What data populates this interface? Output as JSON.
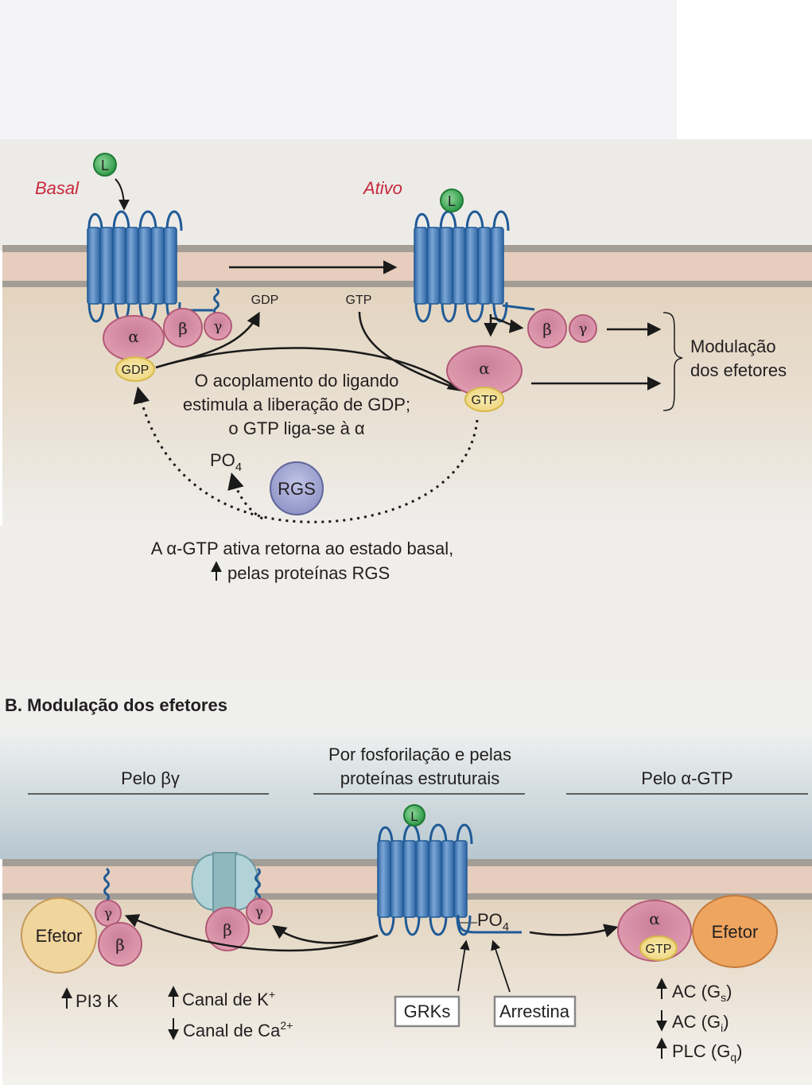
{
  "panelA": {
    "state_basal": "Basal",
    "state_active": "Ativo",
    "ligand": "L",
    "alpha": "α",
    "beta": "β",
    "gamma": "γ",
    "gdp": "GDP",
    "gtp": "GTP",
    "gdp_released": "GDP",
    "gtp_free": "GTP",
    "coupling_text": [
      "O acoplamento do ligando",
      "estimula a liberação de GDP;",
      "o GTP liga-se à α"
    ],
    "po4": "PO",
    "po4_sub": "4",
    "rgs": "RGS",
    "return_text": [
      "A α-GTP ativa retorna ao estado basal,",
      "pelas proteínas RGS"
    ],
    "modulation_text": [
      "Modulação",
      "dos efetores"
    ]
  },
  "panelB": {
    "title": "B. Modulação dos efetores",
    "col1_title": "Pelo βγ",
    "col2_title": [
      "Por fosforilação e pelas",
      "proteínas estruturais"
    ],
    "col3_title": "Pelo α-GTP",
    "effector": "Efetor",
    "beta": "β",
    "gamma": "γ",
    "alpha": "α",
    "gtp": "GTP",
    "ligand": "L",
    "po4": "PO",
    "po4_sub": "4",
    "pi3k": "PI3 K",
    "k_channel": "Canal de K",
    "k_sup": "+",
    "ca_channel": "Canal de Ca",
    "ca_sup": "2+",
    "grks": "GRKs",
    "arrestin": "Arrestina",
    "ac_gs": "AC (G",
    "ac_gs_sub": "s",
    "ac_gi": "AC (G",
    "ac_gi_sub": "i",
    "plc_gq": "PLC (G",
    "plc_gq_sub": "q",
    "close_paren": ")"
  },
  "colors": {
    "receptor": "#3e78b5",
    "membrane_line": "#a09a92",
    "membrane_band": "#e6cdbd",
    "cytoplasm": "#e3d6c4",
    "g_protein": "#d9849e",
    "nucleotide": "#f2e28c",
    "ligand": "#3aa652",
    "rgs": "#9aa0cf",
    "effector_b": "#f0d59c",
    "effector_c": "#eea55f",
    "channel": "#a9cdd3",
    "title_red": "#c8283a"
  }
}
